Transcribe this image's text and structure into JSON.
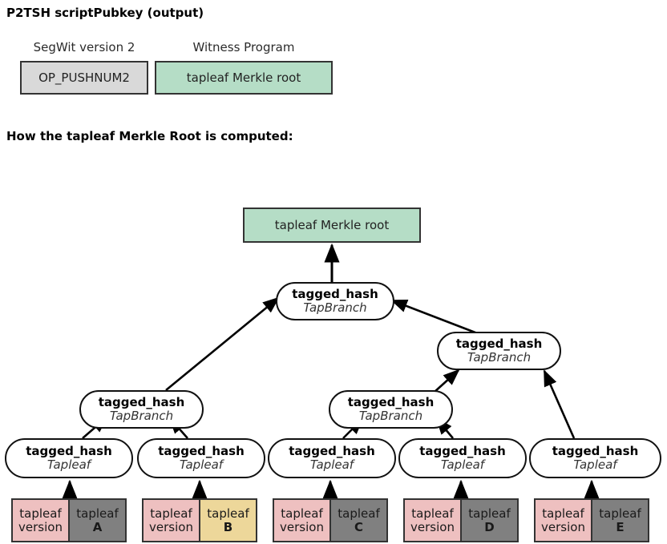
{
  "headings": {
    "scriptpubkey": "P2TSH scriptPubkey (output)",
    "computation": "How the tapleaf Merkle Root is computed:"
  },
  "scriptpubkey_section": {
    "fields": [
      {
        "label": "SegWit version 2",
        "value": "OP_PUSHNUM2",
        "color": "#d9d9d9"
      },
      {
        "label": "Witness Program",
        "value": "tapleaf Merkle root",
        "color": "#b5ddc6"
      }
    ]
  },
  "tree": {
    "root_box": {
      "label": "tapleaf Merkle root",
      "color": "#b5ddc6"
    },
    "branches": [
      {
        "id": "branch-top",
        "title": "tagged_hash",
        "subtitle": "TapBranch"
      },
      {
        "id": "branch-left",
        "title": "tagged_hash",
        "subtitle": "TapBranch"
      },
      {
        "id": "branch-mid",
        "title": "tagged_hash",
        "subtitle": "TapBranch"
      },
      {
        "id": "branch-right",
        "title": "tagged_hash",
        "subtitle": "TapBranch"
      }
    ],
    "leaves": [
      {
        "id": "leaf-a",
        "title": "tagged_hash",
        "subtitle": "Tapleaf",
        "version_line1": "tapleaf",
        "version_line2": "version",
        "version_color": "#eec0c0",
        "script_line1": "tapleaf",
        "script_line2": "A",
        "script_color": "#808080"
      },
      {
        "id": "leaf-b",
        "title": "tagged_hash",
        "subtitle": "Tapleaf",
        "version_line1": "tapleaf",
        "version_line2": "version",
        "version_color": "#eec0c0",
        "script_line1": "tapleaf",
        "script_line2": "B",
        "script_color": "#edd79a"
      },
      {
        "id": "leaf-c",
        "title": "tagged_hash",
        "subtitle": "Tapleaf",
        "version_line1": "tapleaf",
        "version_line2": "version",
        "version_color": "#eec0c0",
        "script_line1": "tapleaf",
        "script_line2": "C",
        "script_color": "#808080"
      },
      {
        "id": "leaf-d",
        "title": "tagged_hash",
        "subtitle": "Tapleaf",
        "version_line1": "tapleaf",
        "version_line2": "version",
        "version_color": "#eec0c0",
        "script_line1": "tapleaf",
        "script_line2": "D",
        "script_color": "#808080"
      },
      {
        "id": "leaf-e",
        "title": "tagged_hash",
        "subtitle": "Tapleaf",
        "version_line1": "tapleaf",
        "version_line2": "version",
        "version_color": "#eec0c0",
        "script_line1": "tapleaf",
        "script_line2": "E",
        "script_color": "#808080"
      }
    ]
  },
  "colors": {
    "green": "#b5ddc6",
    "gray": "#d9d9d9",
    "pink": "#eec0c0",
    "dark_gray": "#808080",
    "wheat": "#edd79a",
    "stroke": "#333333",
    "node_stroke": "#111111"
  }
}
